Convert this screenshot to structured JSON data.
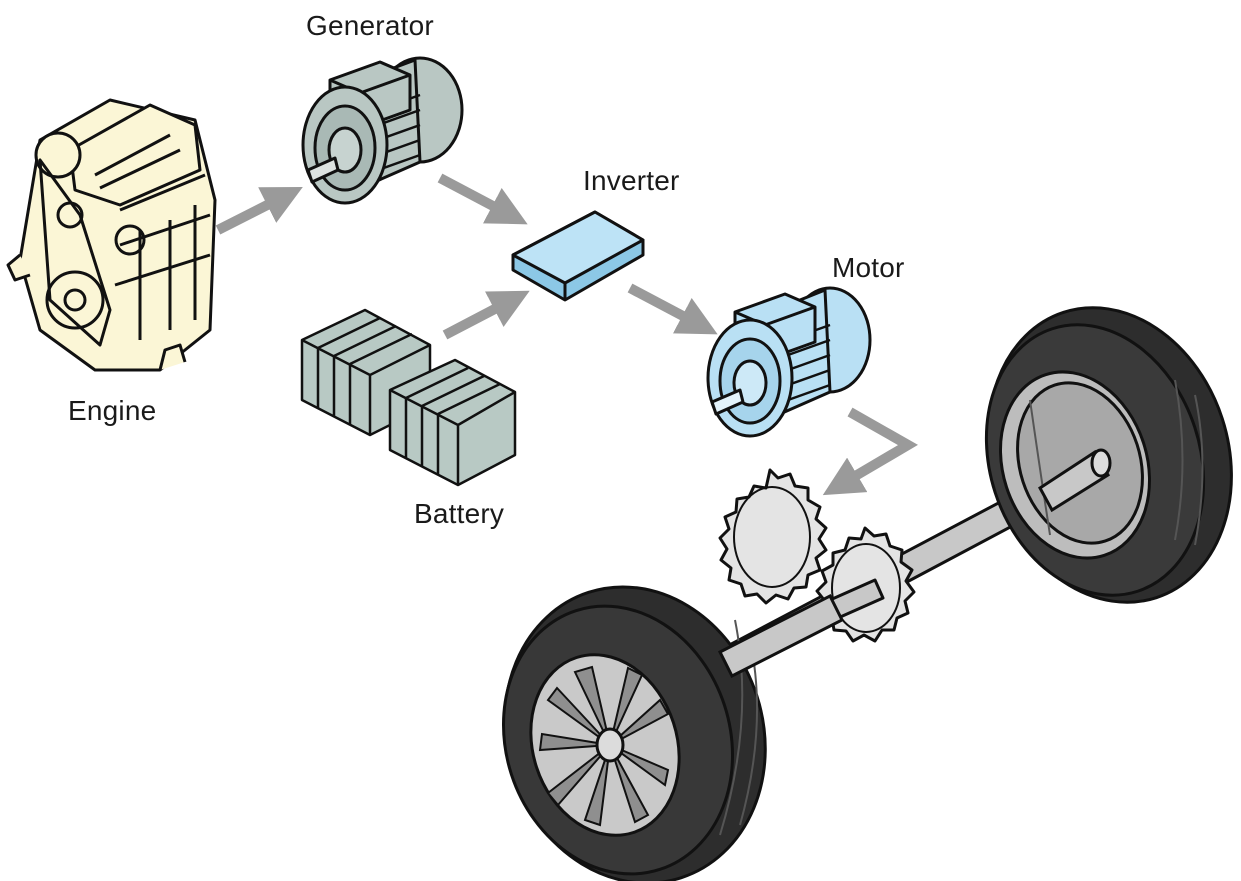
{
  "labels": {
    "generator": "Generator",
    "inverter": "Inverter",
    "motor": "Motor",
    "engine": "Engine",
    "battery": "Battery"
  },
  "colors": {
    "engine_fill": "#fbf6d6",
    "generator_fill": "#b9c7c3",
    "battery_fill": "#b8c9c4",
    "inverter_fill": "#bde3f6",
    "motor_fill": "#b9e0f4",
    "arrow": "#9a9a9a",
    "tire": "#2d2d2d",
    "gear_fill": "#e4e4e4",
    "axle_fill": "#c8c8c8",
    "outline": "#111111"
  },
  "icons": [
    "engine-icon",
    "generator-icon",
    "inverter-icon",
    "battery-icon",
    "motor-icon",
    "gear-icon",
    "wheel-icon",
    "axle-icon"
  ]
}
